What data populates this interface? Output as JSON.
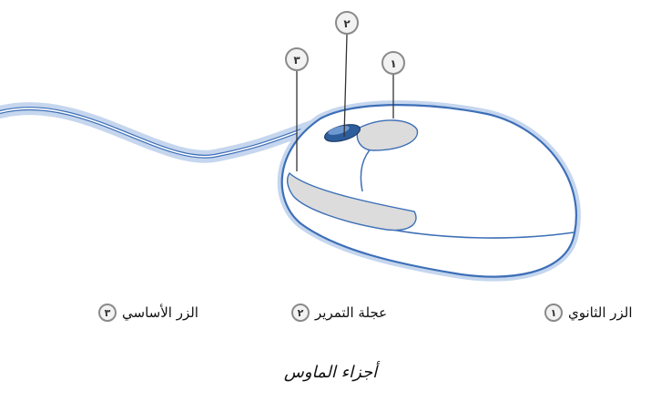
{
  "diagram": {
    "markers": [
      "١",
      "٢",
      "٣"
    ]
  },
  "legend": [
    {
      "number": "١",
      "label": "الزر الثانوي"
    },
    {
      "number": "٢",
      "label": "عجلة التمرير"
    },
    {
      "number": "٣",
      "label": "الزر الأساسي"
    }
  ],
  "caption": "أجزاء الماوس",
  "colors": {
    "outline": "#3d6fb7",
    "glow": "#c5d6ee",
    "button_fill": "#dcdcdc",
    "badge_border": "#8a8a8a"
  }
}
